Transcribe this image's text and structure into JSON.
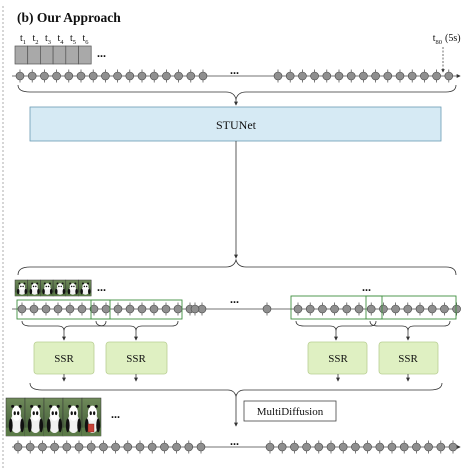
{
  "title": "(b) Our Approach",
  "time_labels": {
    "frames": [
      "t",
      "t",
      "t",
      "t",
      "t",
      "t"
    ],
    "subs": [
      "1",
      "2",
      "3",
      "4",
      "5",
      "6"
    ],
    "last": "t",
    "last_sub": "80",
    "last_note": "(5s)"
  },
  "ellipsis": "...",
  "stunet": {
    "label": "STUNet"
  },
  "ssr": {
    "labels": [
      "SSR",
      "SSR",
      "SSR",
      "SSR"
    ]
  },
  "multidiffusion": {
    "label": "MultiDiffusion"
  },
  "colors": {
    "frame_fill": "#a9a9a9",
    "node_fill": "#8f8f8f",
    "stunet_fill": "#d6eaf4",
    "stunet_stroke": "#6a9bb4",
    "ssr_fill": "#dff0c2",
    "ssr_stroke": "#b9cf93",
    "window_green": "#3f8f3f",
    "page_border": "#999999"
  },
  "icons": [
    "panda-thumbnail-icon"
  ]
}
